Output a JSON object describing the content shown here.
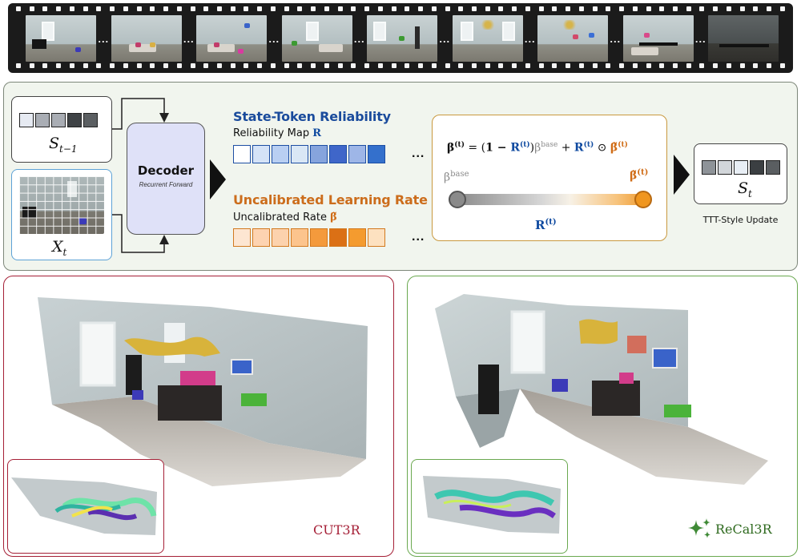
{
  "film": {
    "frame_count": 9,
    "hole_count": 58,
    "separator": "..."
  },
  "inputs": {
    "state_prev_label": "S",
    "state_prev_sub": "t−1",
    "state_prev_cells": [
      "#e6eaf2",
      "#a9adb4",
      "#a9adb4",
      "#3f4346",
      "#5b5f62"
    ],
    "input_label": "X",
    "input_sub": "t"
  },
  "decoder": {
    "title": "Decoder",
    "subtitle": "Recurrent Forward",
    "color": "#dfe1f8"
  },
  "reliability": {
    "title": "State-Token Reliability",
    "map_label": "Reliability Map",
    "map_symbol": "R",
    "cells": [
      "#ffffff",
      "#d5e3f7",
      "#b9cff2",
      "#d9e7f5",
      "#86a4dd",
      "#3f66c9",
      "#9eb6e7",
      "#3470cc"
    ],
    "color": "#1a4b9c"
  },
  "learning_rate": {
    "title": "Uncalibrated Learning Rate",
    "rate_label": "Uncalibrated Rate",
    "rate_symbol": "β̃",
    "cells": [
      "#fde6d2",
      "#fdd3b1",
      "#fcd2ad",
      "#fcc48d",
      "#f49a3c",
      "#db7015",
      "#f49b2f",
      "#fde1c0"
    ],
    "color": "#cc6d1c"
  },
  "formula": {
    "lhs": "β",
    "lhs_sup": "(t)",
    "eq": " = (",
    "one_minus": "1 − ",
    "r": "R",
    "r_sup": "(t)",
    "close": ")",
    "beta": "β",
    "beta_sup": "base",
    "plus": " + ",
    "odot": " ⊙ ",
    "beta_tilde": "β̃",
    "beta_tilde_sup": "(t)"
  },
  "slider": {
    "left_label": "β",
    "left_sup": "base",
    "right_label": "β̃",
    "right_sup": "(t)",
    "r_label": "R",
    "r_sup": "(t)",
    "arrow": "→"
  },
  "output": {
    "label": "S",
    "sub": "t",
    "cells": [
      "#8e9398",
      "#d2d6da",
      "#e8eef5",
      "#3b3f42",
      "#5a5e61"
    ],
    "caption": "TTT-Style Update"
  },
  "results": {
    "left_name": "CUT3R",
    "left_color": "#a51f36",
    "right_name": "ReCal3R",
    "right_color": "#2f6a1f",
    "sparkle_icon_color": "#3f8a36"
  }
}
